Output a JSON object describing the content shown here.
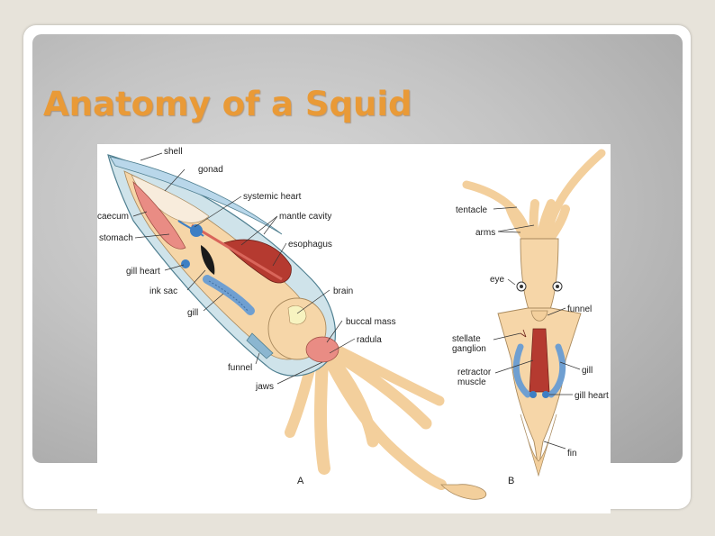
{
  "slide": {
    "title": "Anatomy of a Squid"
  },
  "diagram": {
    "panel_a": {
      "letter": "A",
      "labels": {
        "shell": "shell",
        "gonad": "gonad",
        "systemic_heart": "systemic heart",
        "caecum": "caecum",
        "mantle_cavity": "mantle cavity",
        "stomach": "stomach",
        "esophagus": "esophagus",
        "gill_heart": "gill heart",
        "ink_sac": "ink sac",
        "brain": "brain",
        "gill": "gill",
        "buccal_mass": "buccal mass",
        "radula": "radula",
        "funnel": "funnel",
        "jaws": "jaws"
      }
    },
    "panel_b": {
      "letter": "B",
      "labels": {
        "tentacle": "tentacle",
        "arms": "arms",
        "eye": "eye",
        "funnel": "funnel",
        "stellate": "stellate",
        "ganglion": "ganglion",
        "gill": "gill",
        "retractor": "retractor",
        "muscle": "muscle",
        "gill_heart": "gill heart",
        "fin": "fin"
      }
    }
  },
  "colors": {
    "title": "#e99a37",
    "body_tan": "#f6d6a8",
    "mantle_blue": "#cfe3ea",
    "organ_red": "#b53a30",
    "gill_blue": "#6f9fd1",
    "caecum_pink": "#e98c84"
  }
}
